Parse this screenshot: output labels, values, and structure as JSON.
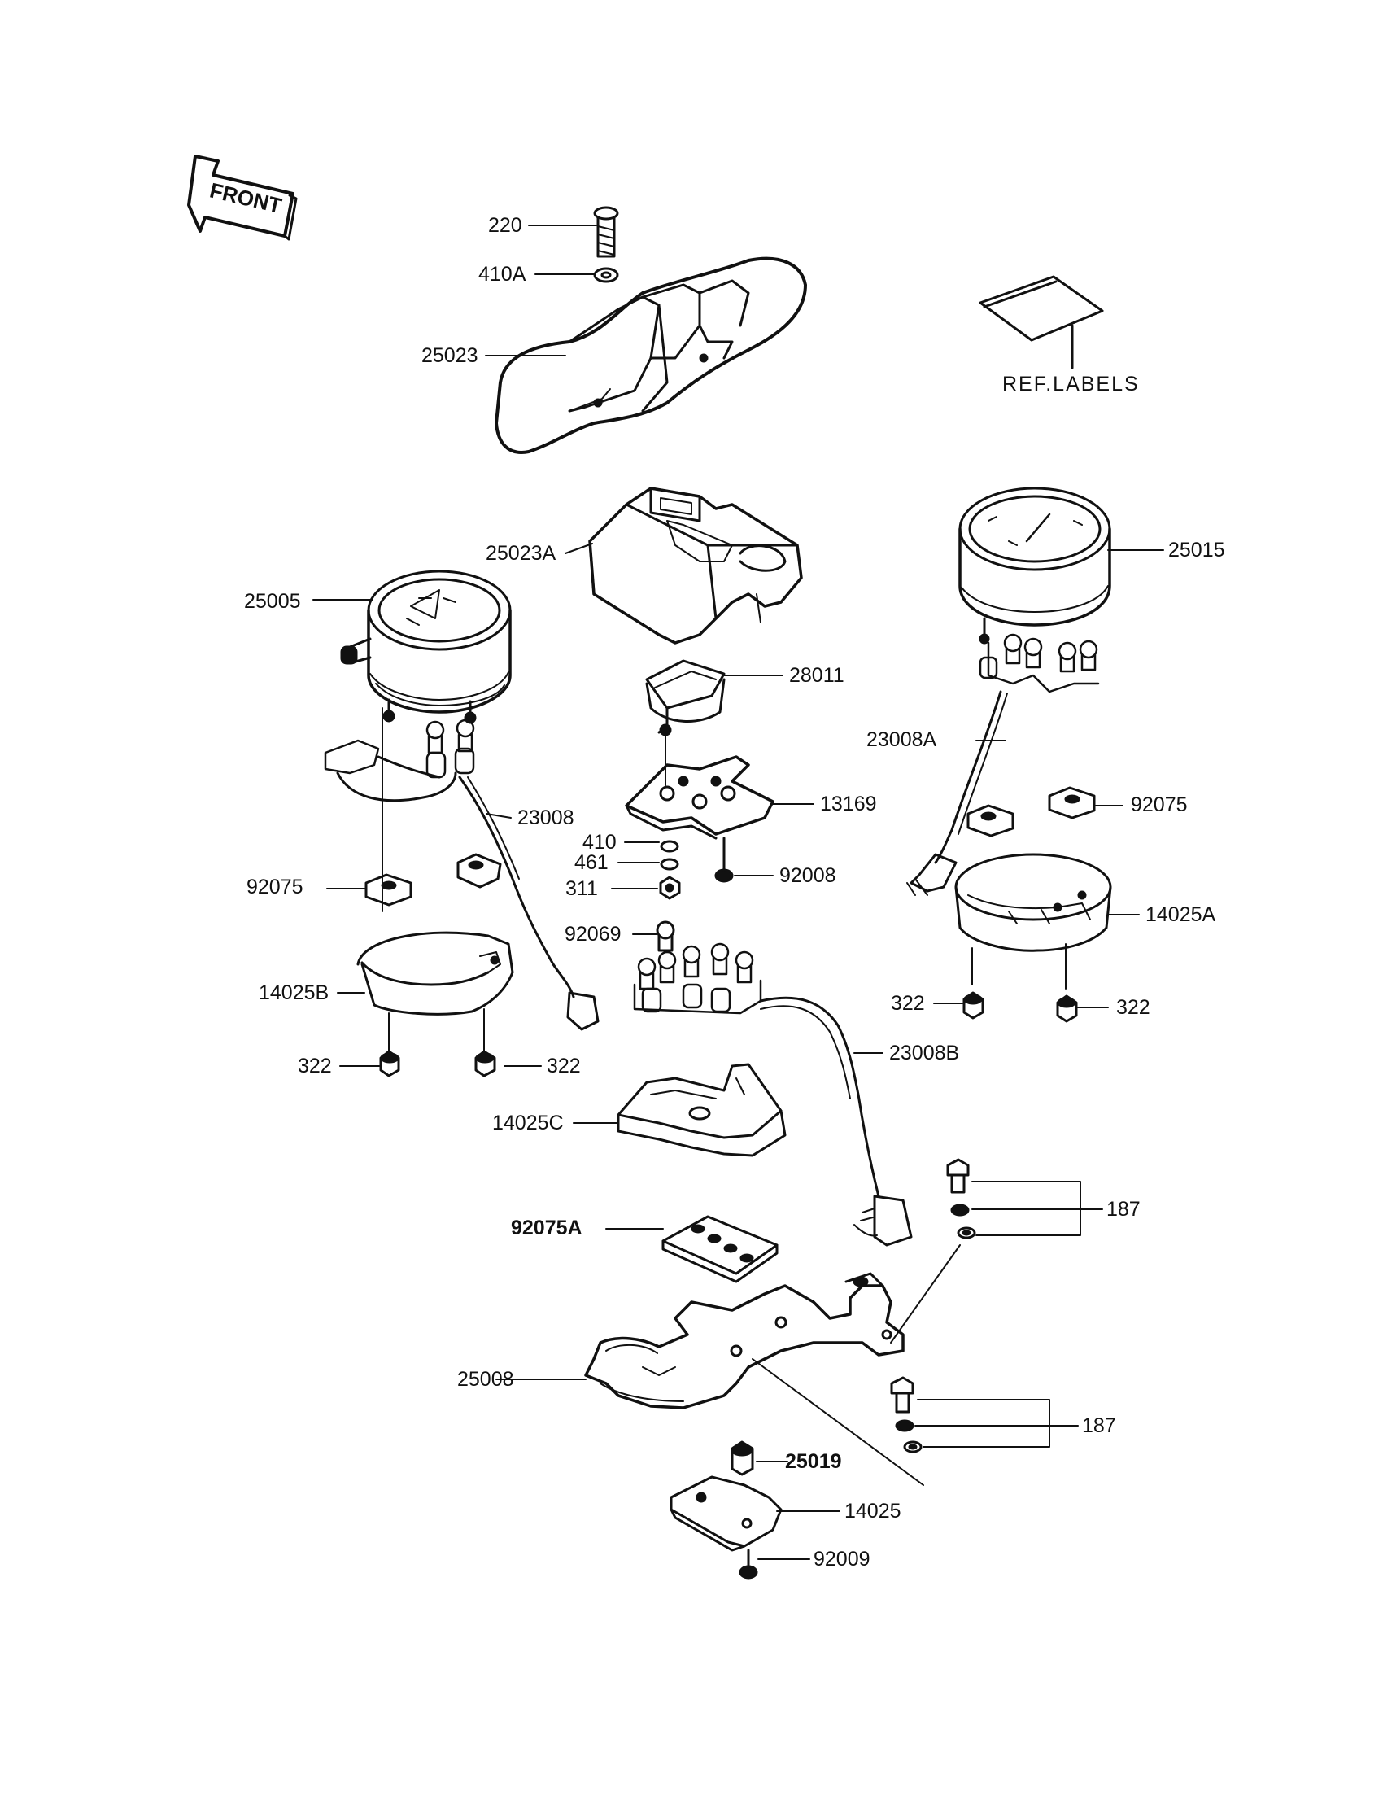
{
  "diagram": {
    "front_arrow": "FRONT",
    "ref_labels": "REF.LABELS",
    "parts": {
      "p220": "220",
      "p410A": "410A",
      "p25023": "25023",
      "p25023A": "25023A",
      "p25005": "25005",
      "p25015": "25015",
      "p28011": "28011",
      "p23008A": "23008A",
      "p13169": "13169",
      "p23008": "23008",
      "p410": "410",
      "p461": "461",
      "p311": "311",
      "p92008": "92008",
      "p92075_left": "92075",
      "p92075_right": "92075",
      "p14025A": "14025A",
      "p92069": "92069",
      "p14025B": "14025B",
      "p322_a": "322",
      "p322_b": "322",
      "p322_c": "322",
      "p322_d": "322",
      "p23008B": "23008B",
      "p14025C": "14025C",
      "p187_top": "187",
      "p92075A": "92075A",
      "p25008": "25008",
      "p187_bottom": "187",
      "p25019": "25019",
      "p14025": "14025",
      "p92009": "92009"
    }
  }
}
